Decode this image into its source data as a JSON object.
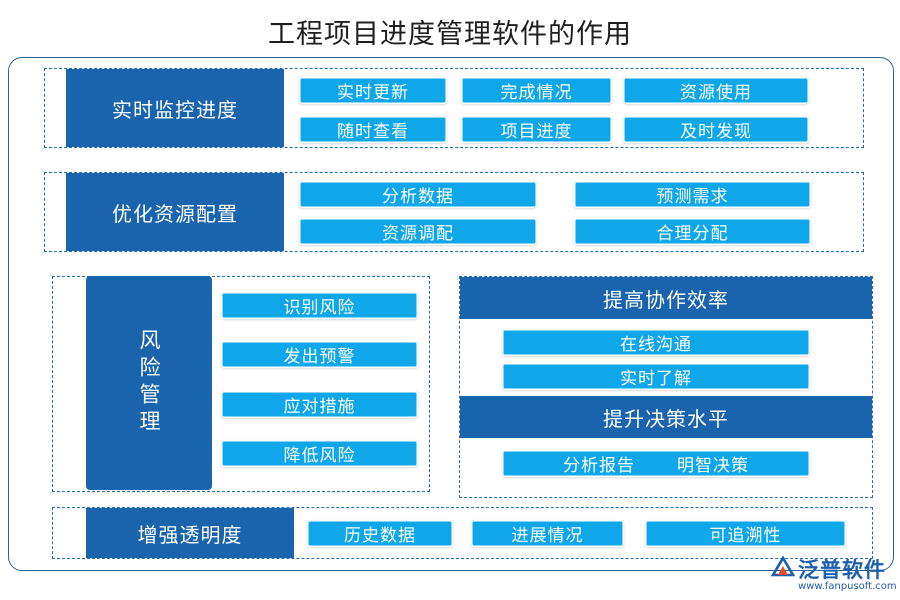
{
  "title": "工程项目进度管理软件的作用",
  "sections": {
    "realtime": {
      "heading": "实时监控进度",
      "items": [
        "实时更新",
        "完成情况",
        "资源使用",
        "随时查看",
        "项目进度",
        "及时发现"
      ]
    },
    "resource": {
      "heading": "优化资源配置",
      "items": [
        "分析数据",
        "预测需求",
        "资源调配",
        "合理分配"
      ]
    },
    "risk": {
      "heading": "风险管理",
      "items": [
        "识别风险",
        "发出预警",
        "应对措施",
        "降低风险"
      ]
    },
    "collab": {
      "heading": "提高协作效率",
      "items": [
        "在线沟通",
        "实时了解"
      ]
    },
    "decision": {
      "heading": "提升决策水平",
      "items": [
        "分析报告",
        "明智决策"
      ]
    },
    "transparency": {
      "heading": "增强透明度",
      "items": [
        "历史数据",
        "进展情况",
        "可追溯性"
      ]
    }
  },
  "logo": {
    "name": "泛普软件",
    "url": "www.fanpusoft.com"
  },
  "colors": {
    "header_blue": "#1a63ad",
    "pill_cyan": "#0fa7ea",
    "border_blue": "#2a6bb5"
  }
}
